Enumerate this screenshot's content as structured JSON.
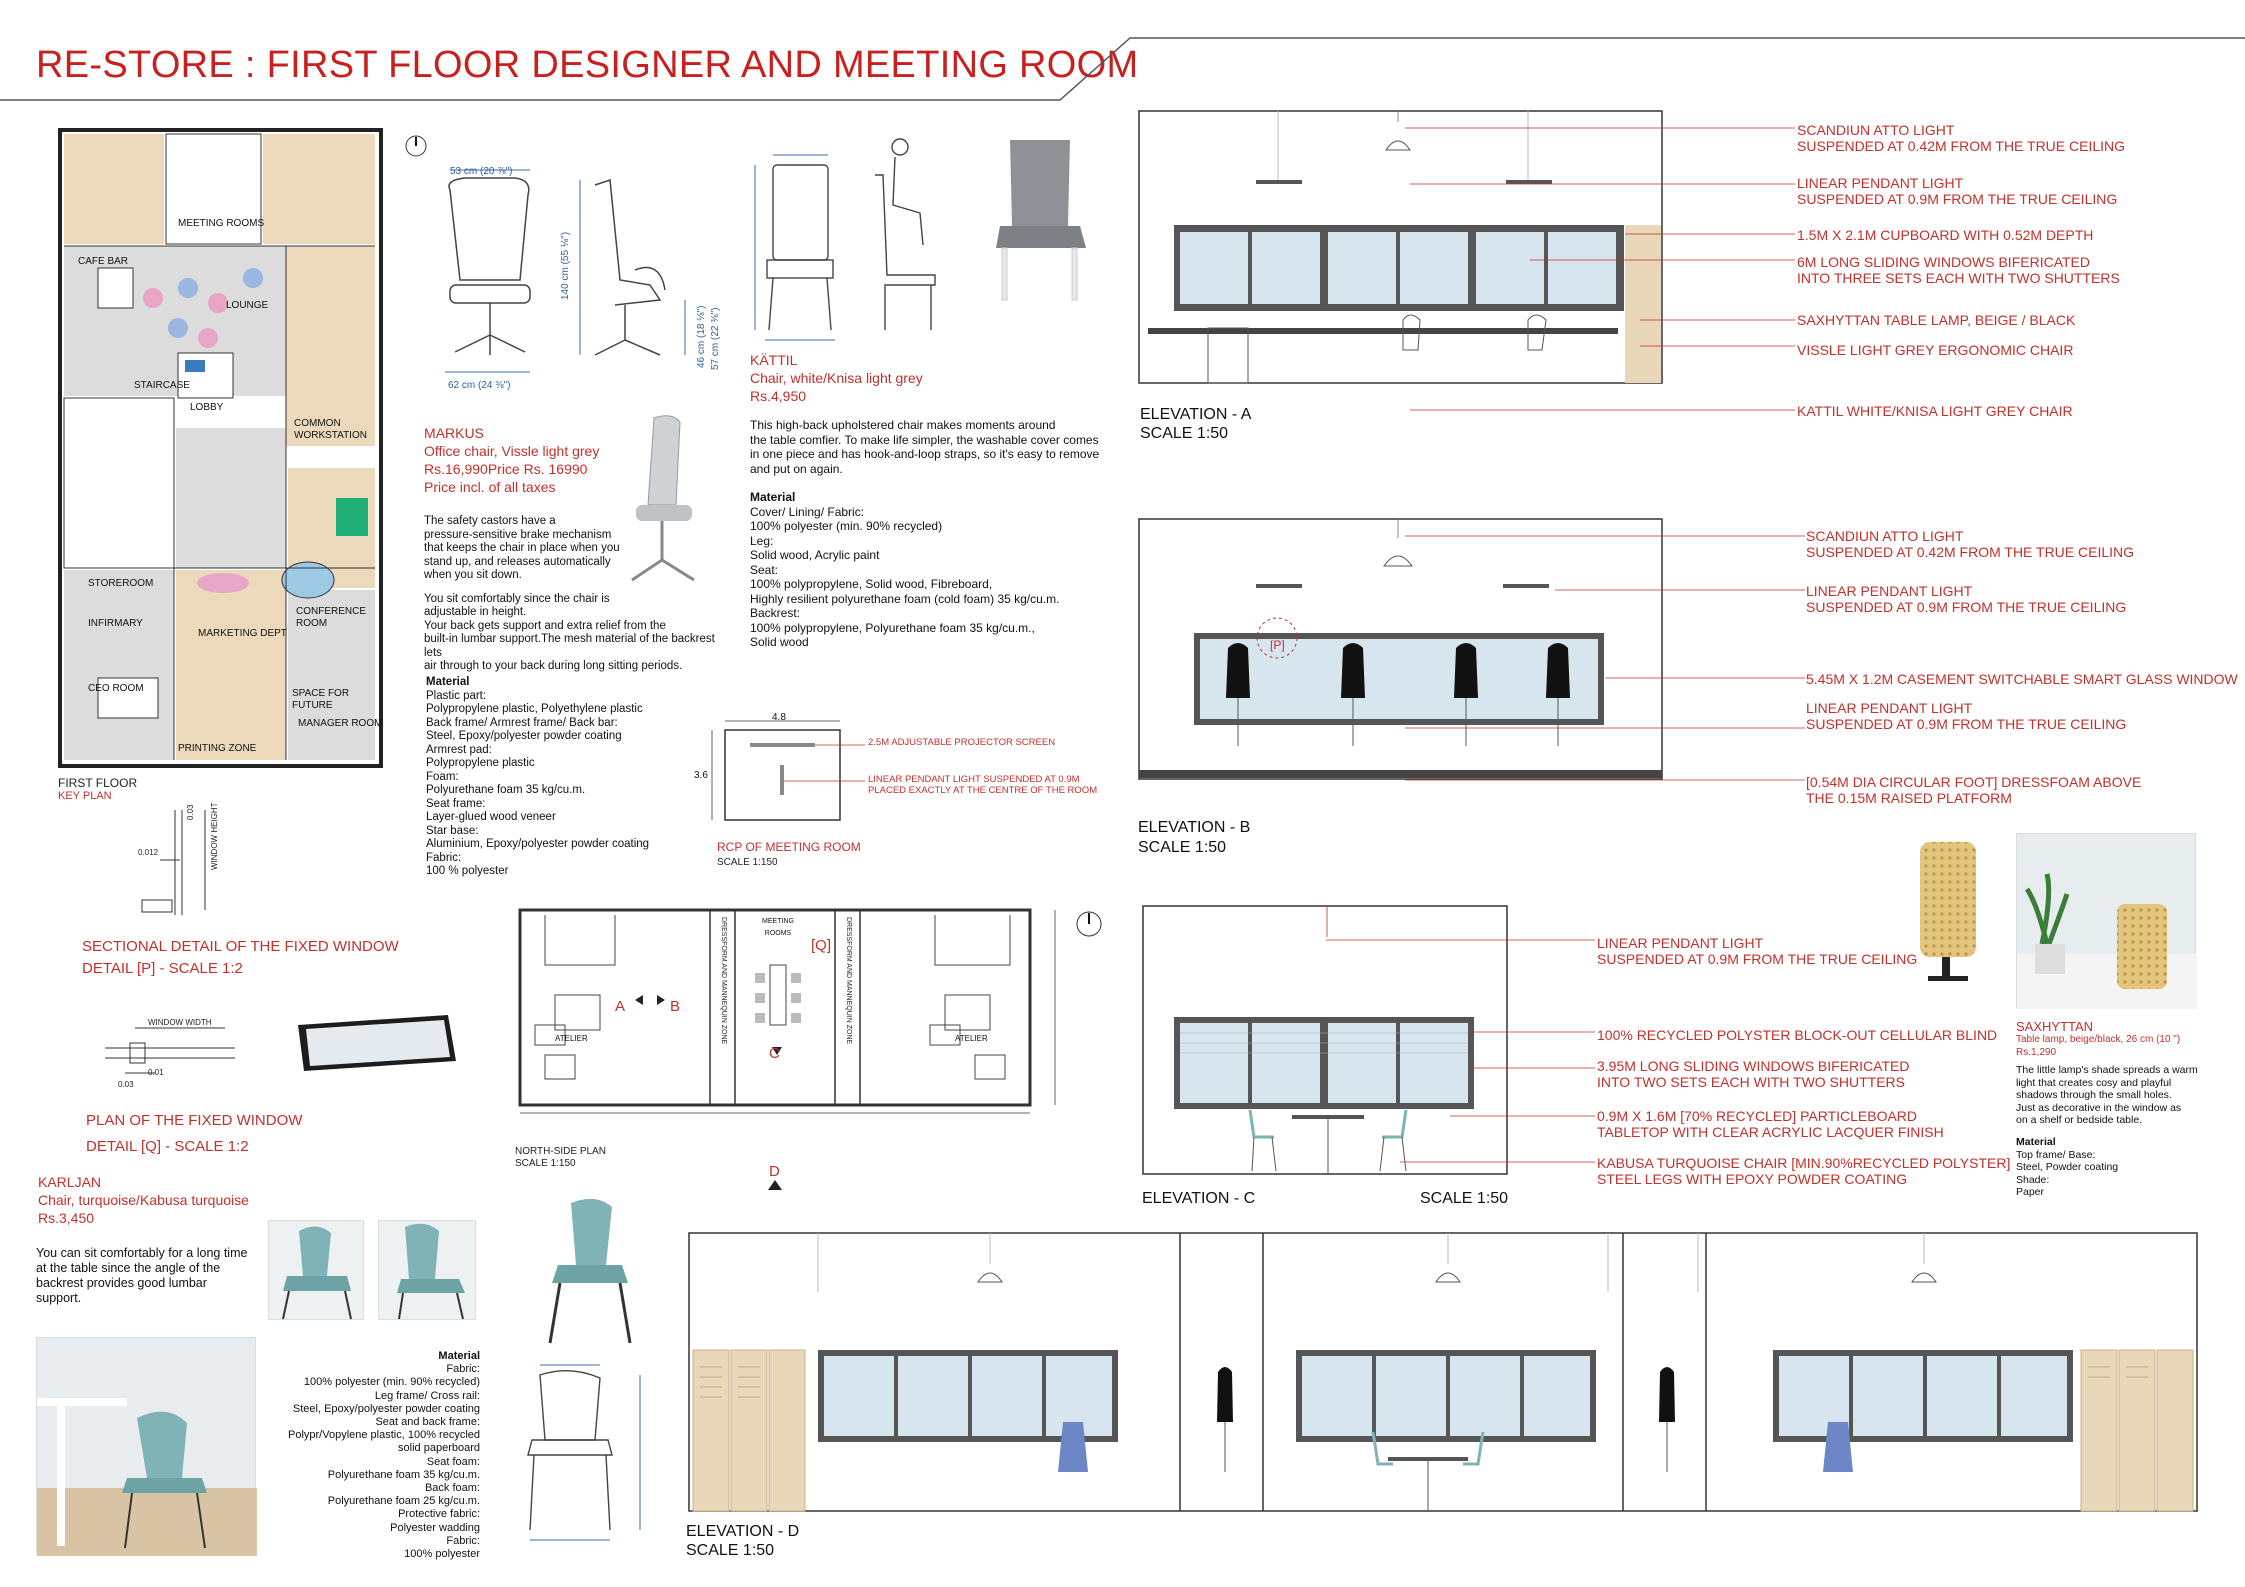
{
  "title": "RE-STORE : FIRST FLOOR DESIGNER AND MEETING ROOM",
  "key_plan": {
    "label": "FIRST FLOOR",
    "sub": "KEY PLAN",
    "rooms": [
      "LOUNGE",
      "CAFE BAR",
      "STAIRCASE",
      "LOBBY",
      "COMMON WORKSTATION",
      "MEETING ROOMS",
      "CONFERENCE ROOM",
      "CEO ROOM",
      "MARKETING DEPT",
      "STOREROOM",
      "INFIRMARY",
      "SPACE FOR FUTURE",
      "MANAGER ROOM",
      "PRINTING ZONE"
    ]
  },
  "elevation_a": {
    "label": "ELEVATION - A",
    "scale": "SCALE 1:50",
    "notes": [
      [
        "SCANDIUN ATTO LIGHT",
        "SUSPENDED AT 0.42M FROM THE TRUE CEILING"
      ],
      [
        "LINEAR PENDANT LIGHT",
        "SUSPENDED AT 0.9M FROM THE TRUE CEILING"
      ],
      [
        "1.5M x 2.1M CUPBOARD WITH 0.52M DEPTH"
      ],
      [
        "6M LONG SLIDING WINDOWS BIFERICATED",
        "INTO THREE SETS EACH WITH TWO SHUTTERS"
      ],
      [
        "SAXHYTTAN TABLE LAMP, BEIGE / BLACK"
      ],
      [
        "VISSLE LIGHT GREY ERGONOMIC CHAIR"
      ],
      [
        "KATTIL WHITE/KNISA LIGHT GREY CHAIR"
      ]
    ]
  },
  "elevation_b": {
    "label": "ELEVATION - B",
    "scale": "SCALE 1:50",
    "tag": "[P]",
    "notes": [
      [
        "SCANDIUN ATTO LIGHT",
        "SUSPENDED AT 0.42M FROM THE TRUE CEILING"
      ],
      [
        "LINEAR PENDANT LIGHT",
        "SUSPENDED AT 0.9M FROM THE TRUE CEILING"
      ],
      [
        "5.45M x 1.2M CASEMENT SWITCHABLE SMART GLASS WINDOW"
      ],
      [
        "LINEAR PENDANT LIGHT",
        "SUSPENDED AT 0.9M FROM THE TRUE CEILING"
      ],
      [
        "[0.54M DIA CIRCULAR FOOT] DRESSFOAM ABOVE",
        "THE 0.15M RAISED PLATFORM"
      ]
    ]
  },
  "elevation_c": {
    "label": "ELEVATION - C",
    "scale": "SCALE 1:50",
    "notes": [
      [
        "LINEAR PENDANT LIGHT",
        "SUSPENDED AT 0.9M FROM THE TRUE CEILING"
      ],
      [
        "100% RECYCLED POLYSTER  BLOCK-OUT CELLULAR BLIND"
      ],
      [
        "3.95M LONG SLIDING WINDOWS BIFERICATED",
        "INTO TWO SETS EACH WITH TWO SHUTTERS"
      ],
      [
        "0.9M x 1.6M [70% RECYCLED] PARTICLEBOARD",
        "TABLETOP WITH CLEAR ACRYLIC LACQUER FINISH"
      ],
      [
        "KABUSA TURQUOISE CHAIR  [MIN.90%RECYCLED POLYSTER]",
        "STEEL LEGS WITH EPOXY POWDER COATING"
      ]
    ]
  },
  "elevation_d": {
    "label": "ELEVATION - D",
    "scale": "SCALE 1:50"
  },
  "north_plan": {
    "label": "NORTH-SIDE PLAN",
    "scale": "SCALE 1:150",
    "markers": [
      "A",
      "B",
      "C",
      "D"
    ],
    "rooms": [
      "ATELIER",
      "MEETING ROOMS",
      "ATELIER"
    ],
    "zones": [
      "DRESSFORM AND MANNEQUIN ZONE",
      "DRESSFORM AND MANNEQUIN ZONE"
    ],
    "tag": "[Q]"
  },
  "rcp": {
    "label": "RCP OF MEETING ROOM",
    "scale": "SCALE 1:150",
    "notes": [
      "2.5M ADJUSTABLE PROJECTOR SCREEN",
      "LINEAR PENDANT LIGHT SUSPENDED AT 0.9M",
      "PLACED EXACTLY AT THE CENTRE OF THE ROOM"
    ],
    "dims": [
      "4.8",
      "3.6"
    ]
  },
  "detail_p": {
    "title": "SECTIONAL DETAIL OF THE  FIXED WINDOW",
    "sub": "DETAIL [P] - SCALE 1:2",
    "dims": [
      "0.012",
      "0.03",
      "WINDOW HEIGHT"
    ]
  },
  "detail_q": {
    "title": "PLAN OF THE  FIXED WINDOW",
    "sub": "DETAIL [Q] - SCALE 1:2",
    "dims": [
      "WINDOW WIDTH",
      "0.01",
      "0.03"
    ]
  },
  "markus": {
    "name": "MARKUS",
    "desc": "Office chair, Vissle light grey",
    "price": "Rs.16,990Price Rs. 16990",
    "tax": "Price incl. of all taxes",
    "dims": [
      "53 cm (20 ⅞\")",
      "140 cm (55 ⅛\")",
      "62 cm (24 ⅜\")",
      "46 cm (18 ⅛\")",
      "57 cm (22 ⅜\")"
    ],
    "body": [
      "The safety castors have a",
      "pressure-sensitive brake mechanism",
      "that keeps the chair in place when you",
      "stand up, and releases automatically",
      "when you sit down.",
      "",
      "You sit comfortably since the chair is",
      "adjustable in height.",
      "Your back gets support and extra relief from the",
      "built-in lumbar support.The mesh material of the backrest lets",
      "air through to your back during long sitting periods."
    ],
    "material_title": "Material",
    "material": [
      "Plastic part:",
      "Polypropylene plastic, Polyethylene plastic",
      "Back frame/ Armrest frame/ Back bar:",
      "Steel, Epoxy/polyester powder coating",
      "Armrest pad:",
      "Polypropylene plastic",
      "Foam:",
      "Polyurethane foam 35 kg/cu.m.",
      "Seat frame:",
      "Layer-glued wood veneer",
      "Star base:",
      "Aluminium, Epoxy/polyester powder coating",
      "Fabric:",
      "100 % polyester"
    ]
  },
  "kattil": {
    "name": "KÄTTIL",
    "desc": "Chair, white/Knisa light grey",
    "price": "Rs.4,950",
    "body": [
      "This high-back upholstered chair makes moments around",
      "the table comfier. To make life simpler, the washable cover comes",
      "in one piece and has hook-and-loop straps, so it's easy to remove",
      "and put on again."
    ],
    "material_title": "Material",
    "material": [
      "Cover/ Lining/ Fabric:",
      "100% polyester (min. 90% recycled)",
      "Leg:",
      "Solid wood, Acrylic paint",
      "Seat:",
      "100% polypropylene, Solid wood, Fibreboard,",
      "Highly resilient polyurethane foam (cold foam) 35 kg/cu.m.",
      "Backrest:",
      "100% polypropylene, Polyurethane foam 35 kg/cu.m.,",
      "Solid wood"
    ]
  },
  "karljan": {
    "name": "KARLJAN",
    "desc": "Chair, turquoise/Kabusa turquoise",
    "price": "Rs.3,450",
    "body": [
      "You can sit comfortably for a long time",
      "at the table since the angle of the",
      "backrest provides good lumbar",
      "support."
    ],
    "material_title": "Material",
    "material": [
      "Fabric:",
      "100% polyester (min. 90% recycled)",
      "Leg frame/ Cross rail:",
      "Steel, Epoxy/polyester powder coating",
      "Seat and back frame:",
      "Polypr/Vopylene plastic, 100% recycled",
      "solid paperboard",
      "Seat foam:",
      "Polyurethane foam 35 kg/cu.m.",
      "Back foam:",
      "Polyurethane foam 25 kg/cu.m.",
      "Protective fabric:",
      "Polyester wadding",
      "Fabric:",
      "100% polyester"
    ]
  },
  "saxhyttan": {
    "name": "SAXHYTTAN",
    "desc": "Table lamp, beige/black, 26 cm (10 \")",
    "price": "Rs.1,290",
    "body": [
      "The little lamp's shade spreads a warm",
      "light that creates cosy and playful",
      "shadows through the small holes.",
      "Just as decorative in the window as",
      "on a shelf or bedside table."
    ],
    "material_title": "Material",
    "material": [
      "Top frame/ Base:",
      "Steel, Powder coating",
      "Shade:",
      "Paper"
    ]
  },
  "colors": {
    "accent": "#c8201e",
    "turquoise": "#7fb3b5",
    "wood": "#e8d6b8",
    "glass": "#d7e6ee"
  }
}
